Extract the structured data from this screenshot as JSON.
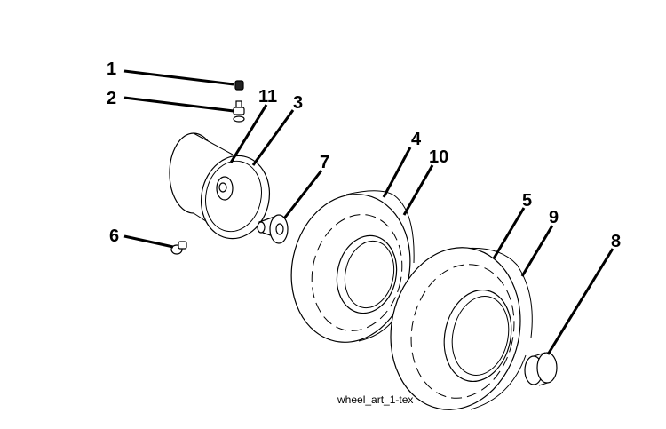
{
  "caption": "wheel_art_1-tex",
  "callouts": {
    "c1": "1",
    "c2": "2",
    "c3": "3",
    "c4": "4",
    "c5": "5",
    "c6": "6",
    "c7": "7",
    "c8": "8",
    "c9": "9",
    "c10": "10",
    "c11": "11"
  }
}
